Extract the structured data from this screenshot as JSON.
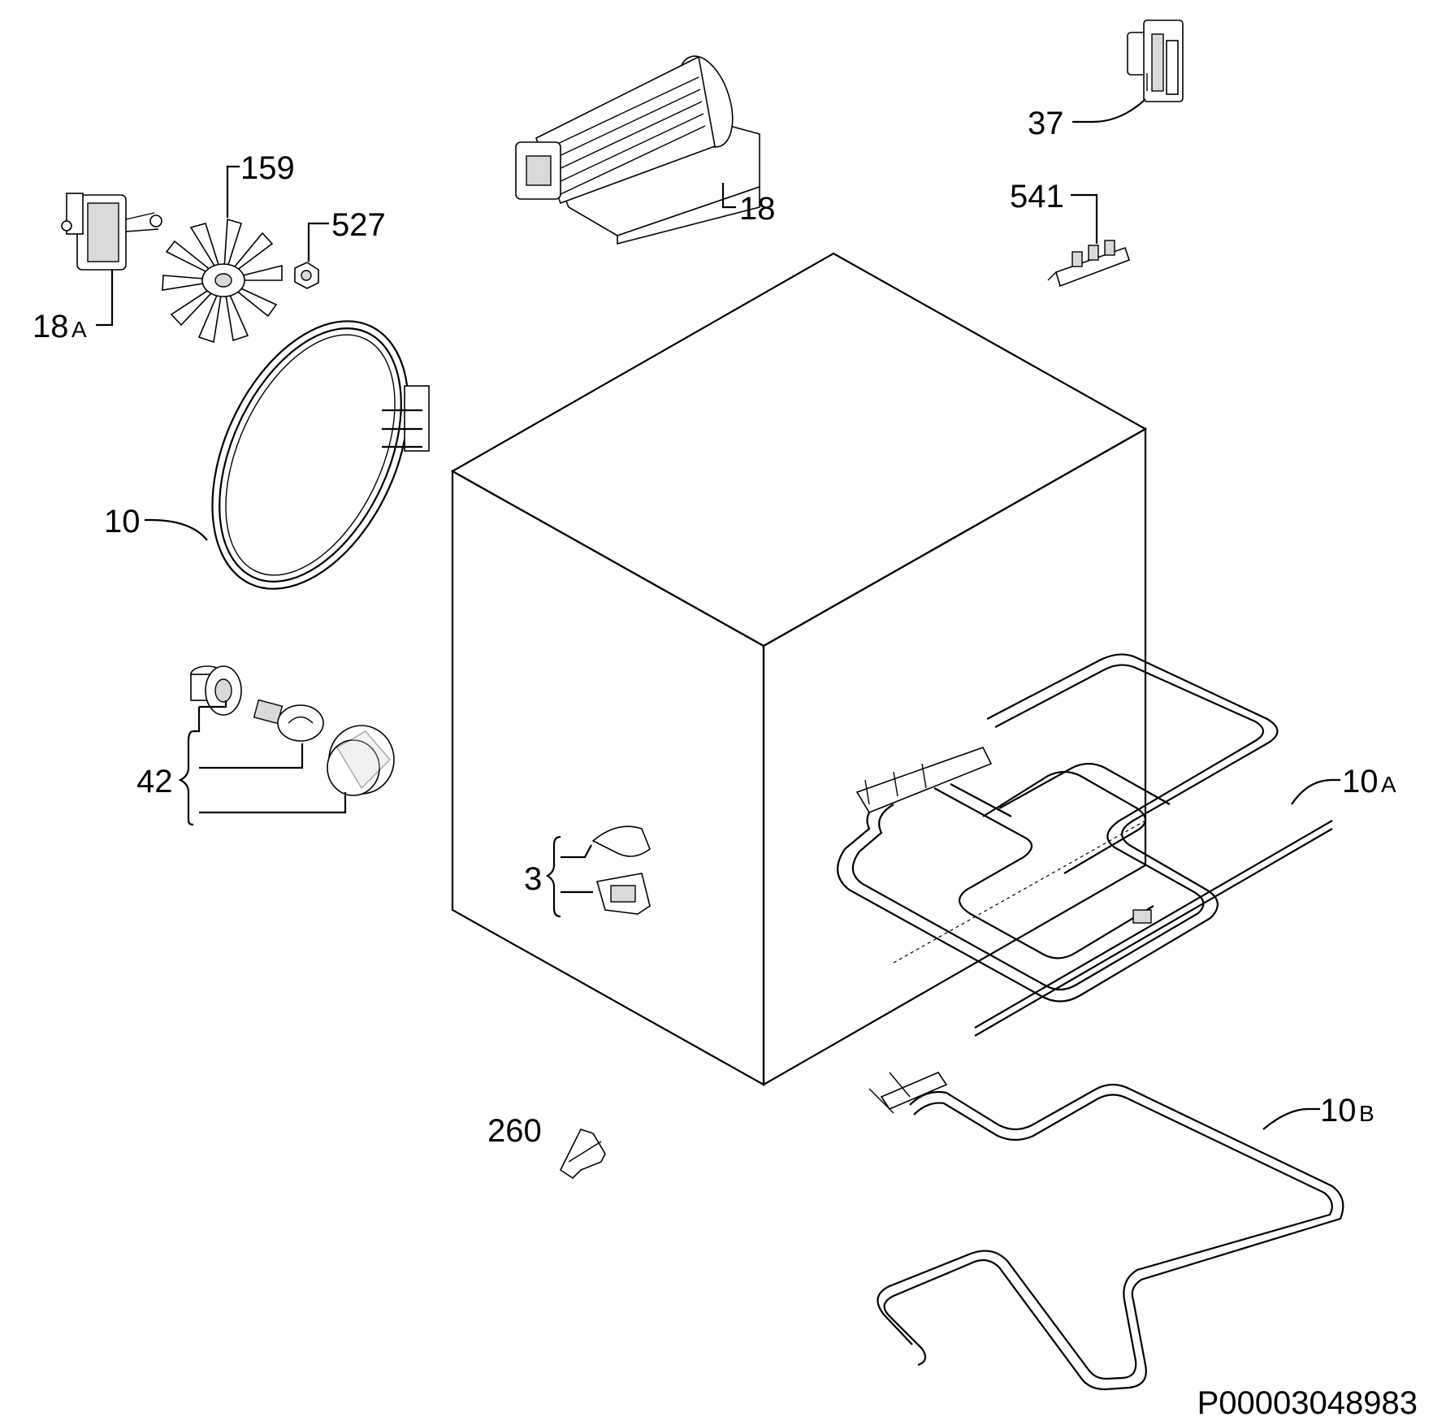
{
  "labels": {
    "p159": "159",
    "p527": "527",
    "p18a_num": "18",
    "p18a_suf": "A",
    "p18": "18",
    "p37": "37",
    "p541": "541",
    "p10": "10",
    "p42": "42",
    "p3": "3",
    "p10a_num": "10",
    "p10a_suf": "A",
    "p10b_num": "10",
    "p10b_suf": "B",
    "p260": "260"
  },
  "drawing_code": "P00003048983"
}
